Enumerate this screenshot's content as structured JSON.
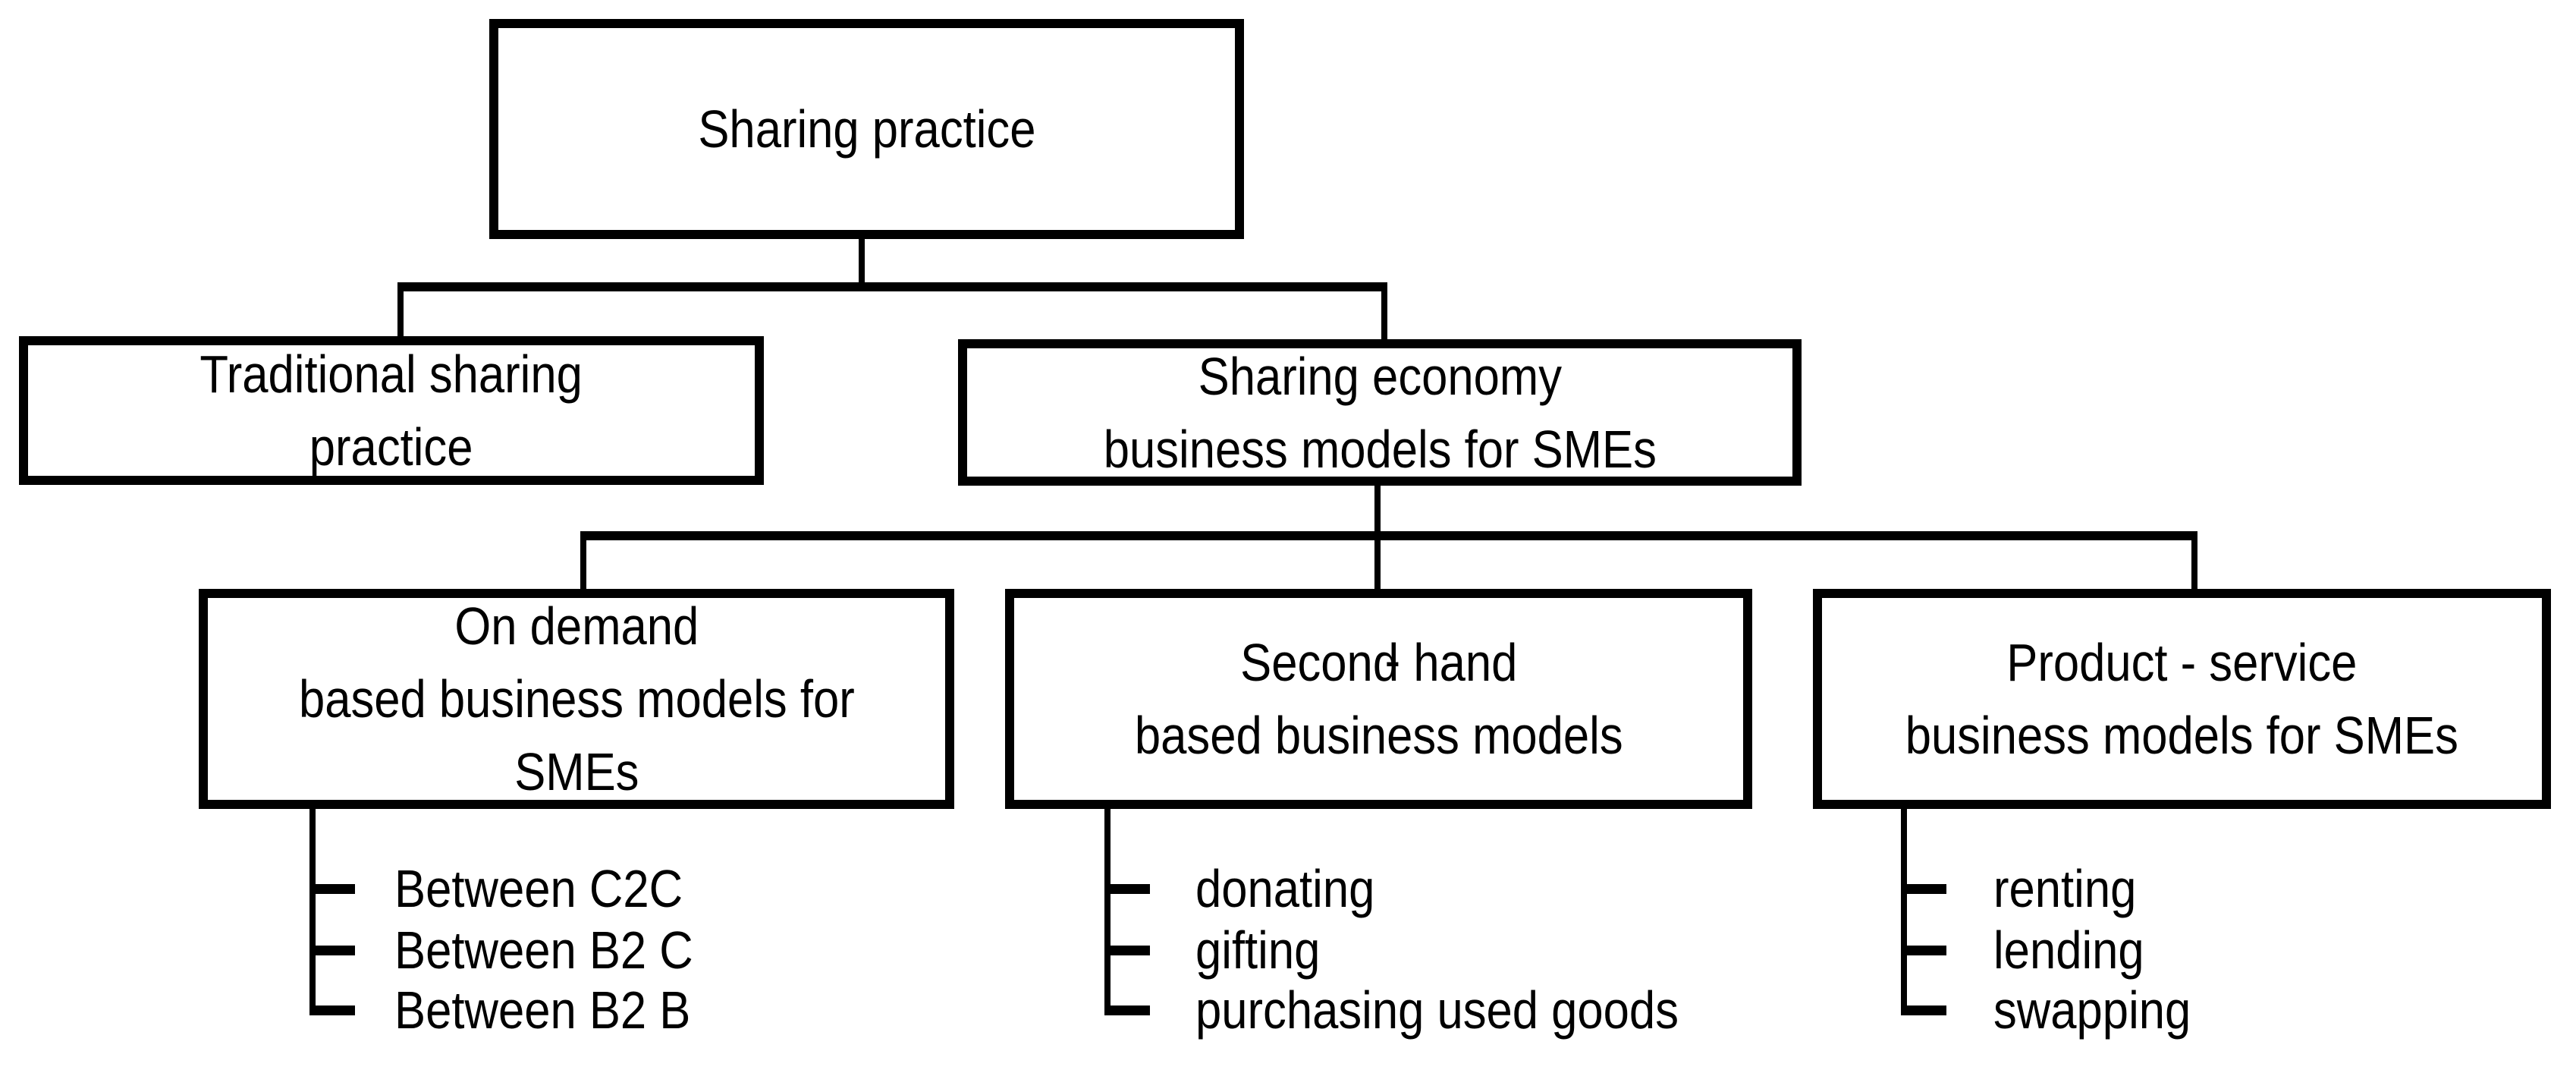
{
  "figure": {
    "type": "tree-diagram",
    "background_color": "#ffffff",
    "line_color": "#000000",
    "text_color": "#000000"
  },
  "tree": {
    "root": {
      "label": "Sharing practice"
    },
    "level2": [
      {
        "lines": [
          "Traditional sharing",
          "practice"
        ]
      },
      {
        "lines": [
          "Sharing economy",
          "business models for SMEs"
        ]
      }
    ],
    "level3": [
      {
        "lines": [
          "On demand",
          "based business models for",
          "SMEs"
        ],
        "items": [
          "Between C2C",
          "Between B2 C",
          "Between B2 B"
        ]
      },
      {
        "line1_word1": "Second",
        "line1_dash": "-",
        "line1_word2": "hand",
        "line2": "based business models",
        "items": [
          "donating",
          "gifting",
          "purchasing used goods"
        ]
      },
      {
        "lines": [
          "Product - service",
          "business models for SMEs"
        ],
        "items": [
          "renting",
          "lending",
          "swapping"
        ]
      }
    ]
  }
}
